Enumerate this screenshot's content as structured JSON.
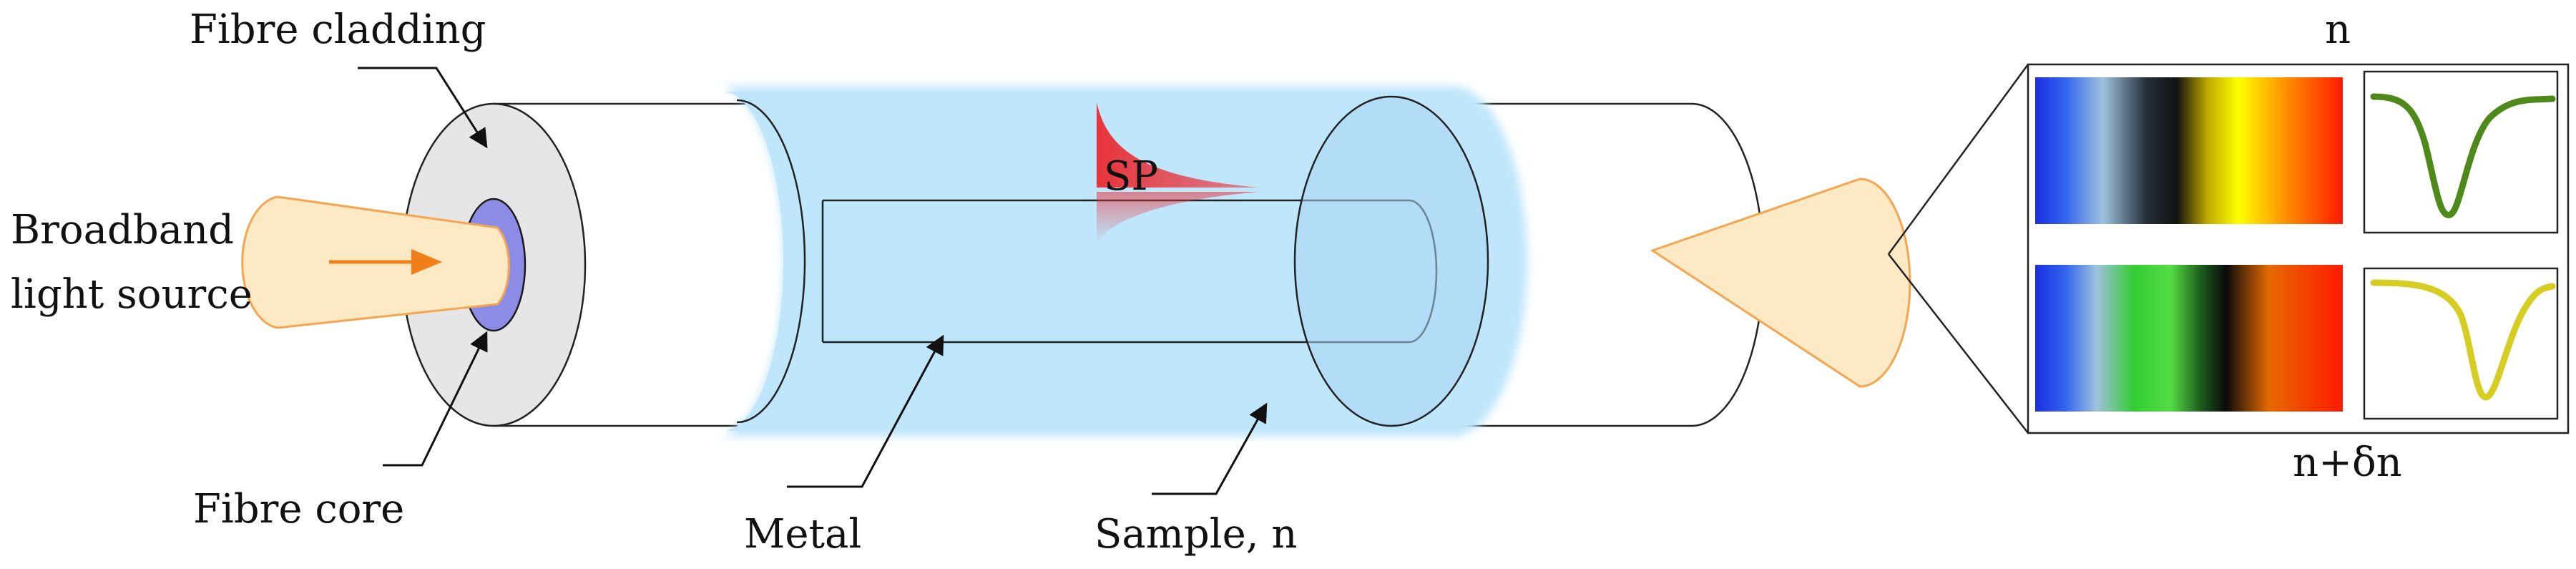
{
  "labels": {
    "fibre_cladding": "Fibre cladding",
    "broadband_line1": "Broadband",
    "broadband_line2": "light source",
    "fibre_core": "Fibre core",
    "metal": "Metal",
    "sample": "Sample, n",
    "sp": "SP",
    "inset_top": "n",
    "inset_bottom": "n+δn"
  },
  "colors": {
    "light_beam": "#fde9c4",
    "beam_edge": "#f5a550",
    "arrow": "#f07f1a",
    "core": "#8c8ce6",
    "cladding": "#e6e6e6",
    "sample_glow": "#bfe6fb",
    "sp_wave": "#e8333b",
    "dip_top": "#4d8a1a",
    "dip_bottom": "#d6cc22"
  }
}
